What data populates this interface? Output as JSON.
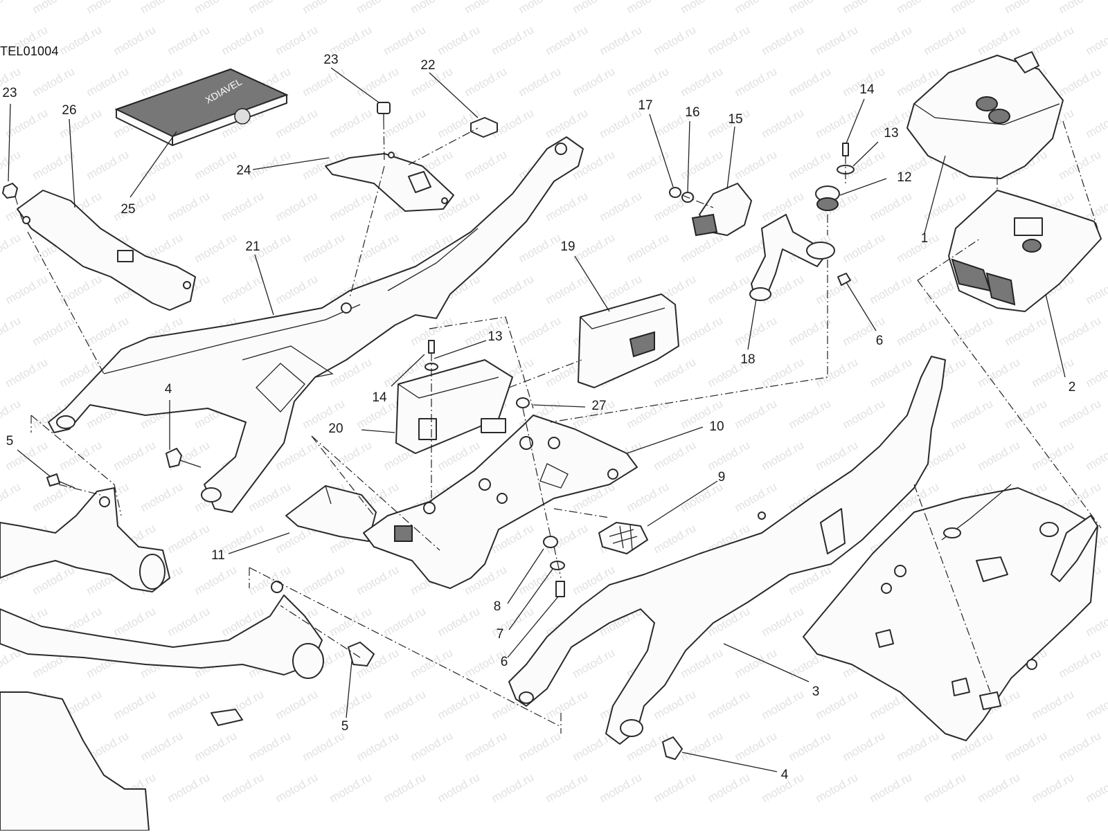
{
  "drawing_code": "TEL01004",
  "watermark_text": "motod.ru",
  "manual_cover_text": "XDIAVEL",
  "callouts": [
    {
      "id": "c-23a",
      "label": "23"
    },
    {
      "id": "c-26",
      "label": "26"
    },
    {
      "id": "c-25",
      "label": "25"
    },
    {
      "id": "c-23b",
      "label": "23"
    },
    {
      "id": "c-22",
      "label": "22"
    },
    {
      "id": "c-24",
      "label": "24"
    },
    {
      "id": "c-21",
      "label": "21"
    },
    {
      "id": "c-4a",
      "label": "4"
    },
    {
      "id": "c-5a",
      "label": "5"
    },
    {
      "id": "c-11",
      "label": "11"
    },
    {
      "id": "c-5b",
      "label": "5"
    },
    {
      "id": "c-13a",
      "label": "13"
    },
    {
      "id": "c-14a",
      "label": "14"
    },
    {
      "id": "c-20",
      "label": "20"
    },
    {
      "id": "c-27",
      "label": "27"
    },
    {
      "id": "c-19",
      "label": "19"
    },
    {
      "id": "c-10",
      "label": "10"
    },
    {
      "id": "c-9",
      "label": "9"
    },
    {
      "id": "c-8",
      "label": "8"
    },
    {
      "id": "c-7",
      "label": "7"
    },
    {
      "id": "c-6a",
      "label": "6"
    },
    {
      "id": "c-17",
      "label": "17"
    },
    {
      "id": "c-16",
      "label": "16"
    },
    {
      "id": "c-15",
      "label": "15"
    },
    {
      "id": "c-14b",
      "label": "14"
    },
    {
      "id": "c-13b",
      "label": "13"
    },
    {
      "id": "c-12",
      "label": "12"
    },
    {
      "id": "c-18",
      "label": "18"
    },
    {
      "id": "c-6b",
      "label": "6"
    },
    {
      "id": "c-1",
      "label": "1"
    },
    {
      "id": "c-2",
      "label": "2"
    },
    {
      "id": "c-3",
      "label": "3"
    },
    {
      "id": "c-4b",
      "label": "4"
    }
  ]
}
